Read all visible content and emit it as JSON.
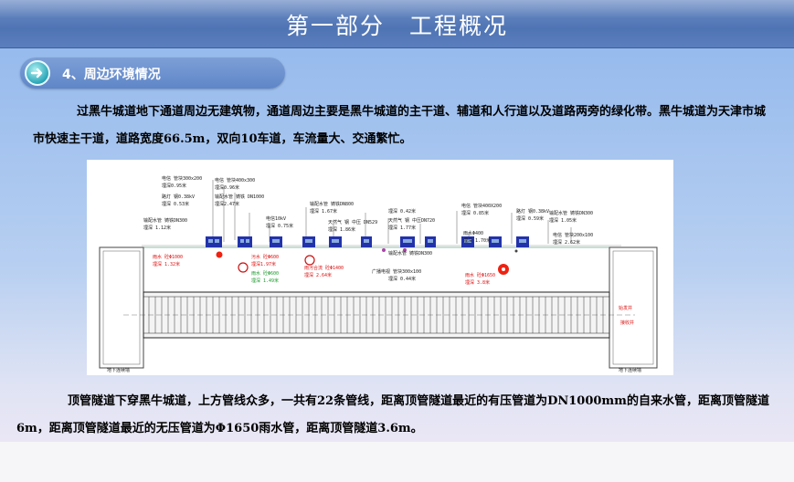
{
  "header": {
    "title": "第一部分　工程概况"
  },
  "section": {
    "label": "4、周边环境情况",
    "icon": "arrow-right-icon"
  },
  "paragraph1": "过黑牛城道地下通道周边无建筑物，通道周边主要是黑牛城道的主干道、辅道和人行道以及道路两旁的绿化带。黑牛城道为天津市城市快速主干道，道路宽度66.5m，双向10车道，车流量大、交通繁忙。",
  "paragraph2": "顶管隧道下穿黑牛城道，上方管线众多，一共有22条管线，距离顶管隧道最近的有压管道为DN1000mm的自来水管，距离顶管隧道6m，距离顶管隧道最近的无压管道为Φ1650雨水管，距离顶管隧道3.6m。",
  "figure": {
    "labels_black": [
      {
        "id": "a1",
        "t": "电信 管块300x200"
      },
      {
        "id": "a2",
        "t": "埋深0.95米"
      },
      {
        "id": "a3",
        "t": "电信 管块400x300"
      },
      {
        "id": "a4",
        "t": "埋深0.96米"
      },
      {
        "id": "a5",
        "t": "路灯 钢0.38kV"
      },
      {
        "id": "a6",
        "t": "埋深 0.53米"
      },
      {
        "id": "a7",
        "t": "输配水管 铸铁 DN1000"
      },
      {
        "id": "a8",
        "t": "埋深2.47米"
      },
      {
        "id": "a9",
        "t": "输配水管 铸铁DN300"
      },
      {
        "id": "a10",
        "t": "埋深 1.12米"
      },
      {
        "id": "a11",
        "t": "电信10kV"
      },
      {
        "id": "a12",
        "t": "埋深 0.75米"
      },
      {
        "id": "a13",
        "t": "输配水管 铸铁DN800"
      },
      {
        "id": "a14",
        "t": "埋深 1.67米"
      },
      {
        "id": "a15",
        "t": "天然气 钢 中压 DN529"
      },
      {
        "id": "a16",
        "t": "埋深 1.86米"
      },
      {
        "id": "a17",
        "t": "埋深 0.42米"
      },
      {
        "id": "a18",
        "t": "天然气 钢 中压DN720"
      },
      {
        "id": "a19",
        "t": "埋深 1.77米"
      },
      {
        "id": "a20",
        "t": "输配水管 铸铁DN300"
      },
      {
        "id": "a21",
        "t": "广播电视 管块300x100"
      },
      {
        "id": "a22",
        "t": "埋深 0.44米"
      },
      {
        "id": "a23",
        "t": "电信 管块400X200"
      },
      {
        "id": "a24",
        "t": "埋深 0.85米"
      },
      {
        "id": "a25",
        "t": "雨水Φ400"
      },
      {
        "id": "a26",
        "t": "埋深 1.70米"
      },
      {
        "id": "a27",
        "t": "路灯 钢0.38kV"
      },
      {
        "id": "a28",
        "t": "埋深 0.59米"
      },
      {
        "id": "a29",
        "t": "输配水管 铸铁DN300"
      },
      {
        "id": "a30",
        "t": "埋深 1.05米"
      },
      {
        "id": "a31",
        "t": "电信 管块200x100"
      },
      {
        "id": "a32",
        "t": "埋深 2.62米"
      },
      {
        "id": "a33",
        "t": "始发井"
      },
      {
        "id": "a34",
        "t": "接收井"
      },
      {
        "id": "a35",
        "t": "地下连续墙"
      },
      {
        "id": "a36",
        "t": "地下连续墙"
      }
    ],
    "labels_red": [
      {
        "id": "r1",
        "t": "雨水 砼Φ1000"
      },
      {
        "id": "r2",
        "t": "埋深 1.32米"
      },
      {
        "id": "r3",
        "t": "污水 砼Φ600"
      },
      {
        "id": "r4",
        "t": "埋深1.97米"
      },
      {
        "id": "r5",
        "t": "雨污合流 砼Φ1400"
      },
      {
        "id": "r6",
        "t": "埋深 2.64米"
      },
      {
        "id": "r7",
        "t": "雨水 砼Φ1650"
      },
      {
        "id": "r8",
        "t": "埋深 3.8米"
      }
    ],
    "labels_green": [
      {
        "id": "g1",
        "t": "雨水 砼Φ600"
      },
      {
        "id": "g2",
        "t": "埋深 1.49米"
      }
    ]
  }
}
